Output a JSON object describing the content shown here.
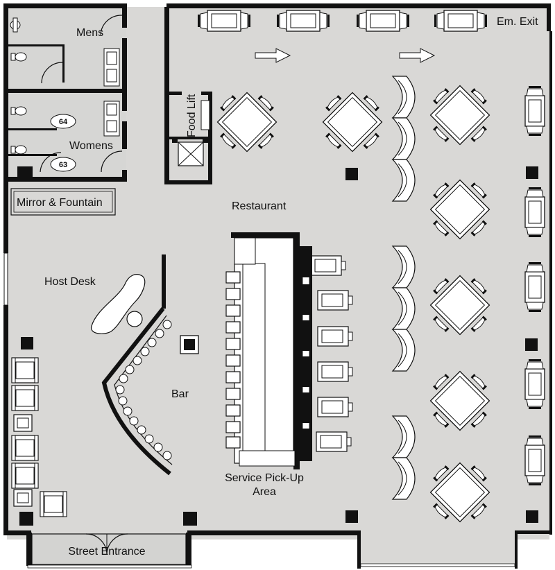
{
  "plan": {
    "title": "",
    "labels": {
      "mens": "Mens",
      "womens": "Womens",
      "food_lift": "Food Lift",
      "em_exit": "Em. Exit",
      "mirror_fountain": "Mirror & Fountain",
      "restaurant": "Restaurant",
      "host_desk": "Host Desk",
      "bar": "Bar",
      "service_pickup_line1": "Service Pick-Up",
      "service_pickup_line2": "Area",
      "street_entrance": "Street Entrance"
    },
    "room_numbers": {
      "room_a": "64",
      "room_b": "63"
    },
    "colors": {
      "floor": "#d9d8d6",
      "wall": "#111111",
      "furniture": "#ffffff"
    }
  }
}
